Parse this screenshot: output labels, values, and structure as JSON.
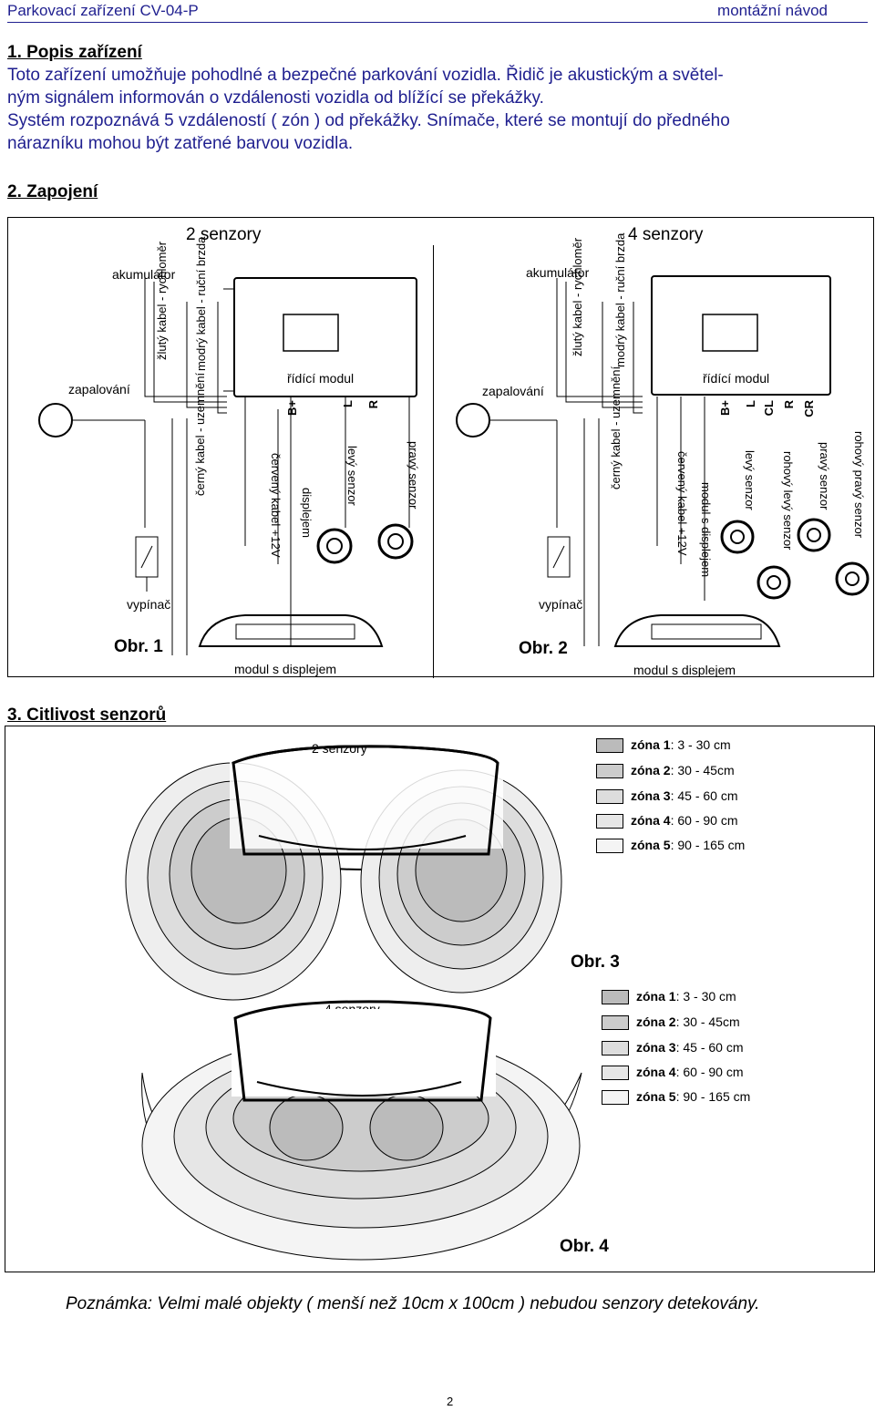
{
  "header": {
    "left": "Parkovací zařízení  CV-04-P",
    "right": "montážní návod"
  },
  "section1": {
    "title": "1. Popis zařízení",
    "lines": [
      "Toto zařízení umožňuje pohodlné a bezpečné parkování vozidla. Řidič je akustickým a světel-",
      "ným signálem informován o vzdálenosti vozidla od blížící se překážky.",
      "Systém rozpoznává 5 vzdáleností ( zón ) od překážky. Snímače, které se montují do předného",
      "nárazníku mohou být zatřené barvou vozidla."
    ]
  },
  "section2": {
    "title": "2. Zapojení",
    "fig1": {
      "heading": "2 senzory",
      "battery": "akumulátor",
      "ignition": "zapalování",
      "module": "řídící modul",
      "switch": "vypínač",
      "display_module": "modul s displejem",
      "caption": "Obr. 1",
      "wires_top": [
        "žlutý kabel - rychloměr",
        "modrý kabel - ruční brzda"
      ],
      "terminals": [
        "B+",
        "L",
        "R"
      ],
      "wires_bottom": [
        "černý kabel - uzemnění",
        "červený kabel +12V",
        "displejem",
        "levý senzor",
        "pravý senzor"
      ]
    },
    "fig2": {
      "heading": "4 senzory",
      "battery": "akumulátor",
      "ignition": "zapalování",
      "module": "řídící modul",
      "switch": "vypínač",
      "display_module": "modul s displejem",
      "caption": "Obr. 2",
      "wires_top": [
        "žlutý kabel - rychloměr",
        "modrý kabel - ruční brzda"
      ],
      "terminals": [
        "B+",
        "L",
        "CL",
        "R",
        "CR"
      ],
      "wires_bottom": [
        "černý kabel - uzemnění",
        "červený kabel +12V",
        "modul s displejem",
        "levý senzor",
        "rohový levý senzor",
        "pravý senzor",
        "rohový pravý senzor"
      ]
    }
  },
  "section3": {
    "title": "3. Citlivost senzorů",
    "fig3": {
      "heading": "2 senzory",
      "caption": "Obr. 3",
      "zones": [
        {
          "name": "zóna 1",
          "range": "3 - 30 cm"
        },
        {
          "name": "zóna 2",
          "range": "30 - 45cm"
        },
        {
          "name": "zóna 3",
          "range": "45 - 60 cm"
        },
        {
          "name": "zóna 4",
          "range": "60 - 90 cm"
        },
        {
          "name": "zóna 5",
          "range": "90 - 165 cm"
        }
      ]
    },
    "fig4": {
      "heading": "4 senzory",
      "caption": "Obr. 4",
      "zones": [
        {
          "name": "zóna 1",
          "range": "3 - 30 cm"
        },
        {
          "name": "zóna 2",
          "range": "30 - 45cm"
        },
        {
          "name": "zóna 3",
          "range": "45 - 60 cm"
        },
        {
          "name": "zóna 4",
          "range": "60 - 90 cm"
        },
        {
          "name": "zóna 5",
          "range": "90 - 165 cm"
        }
      ]
    }
  },
  "note": "Poznámka: Velmi malé objekty ( menší než 10cm x 100cm ) nebudou senzory detekovány.",
  "page_number": "2",
  "colors": {
    "header": "#1f1f8f",
    "zone_fill": "#bbbbbb"
  }
}
